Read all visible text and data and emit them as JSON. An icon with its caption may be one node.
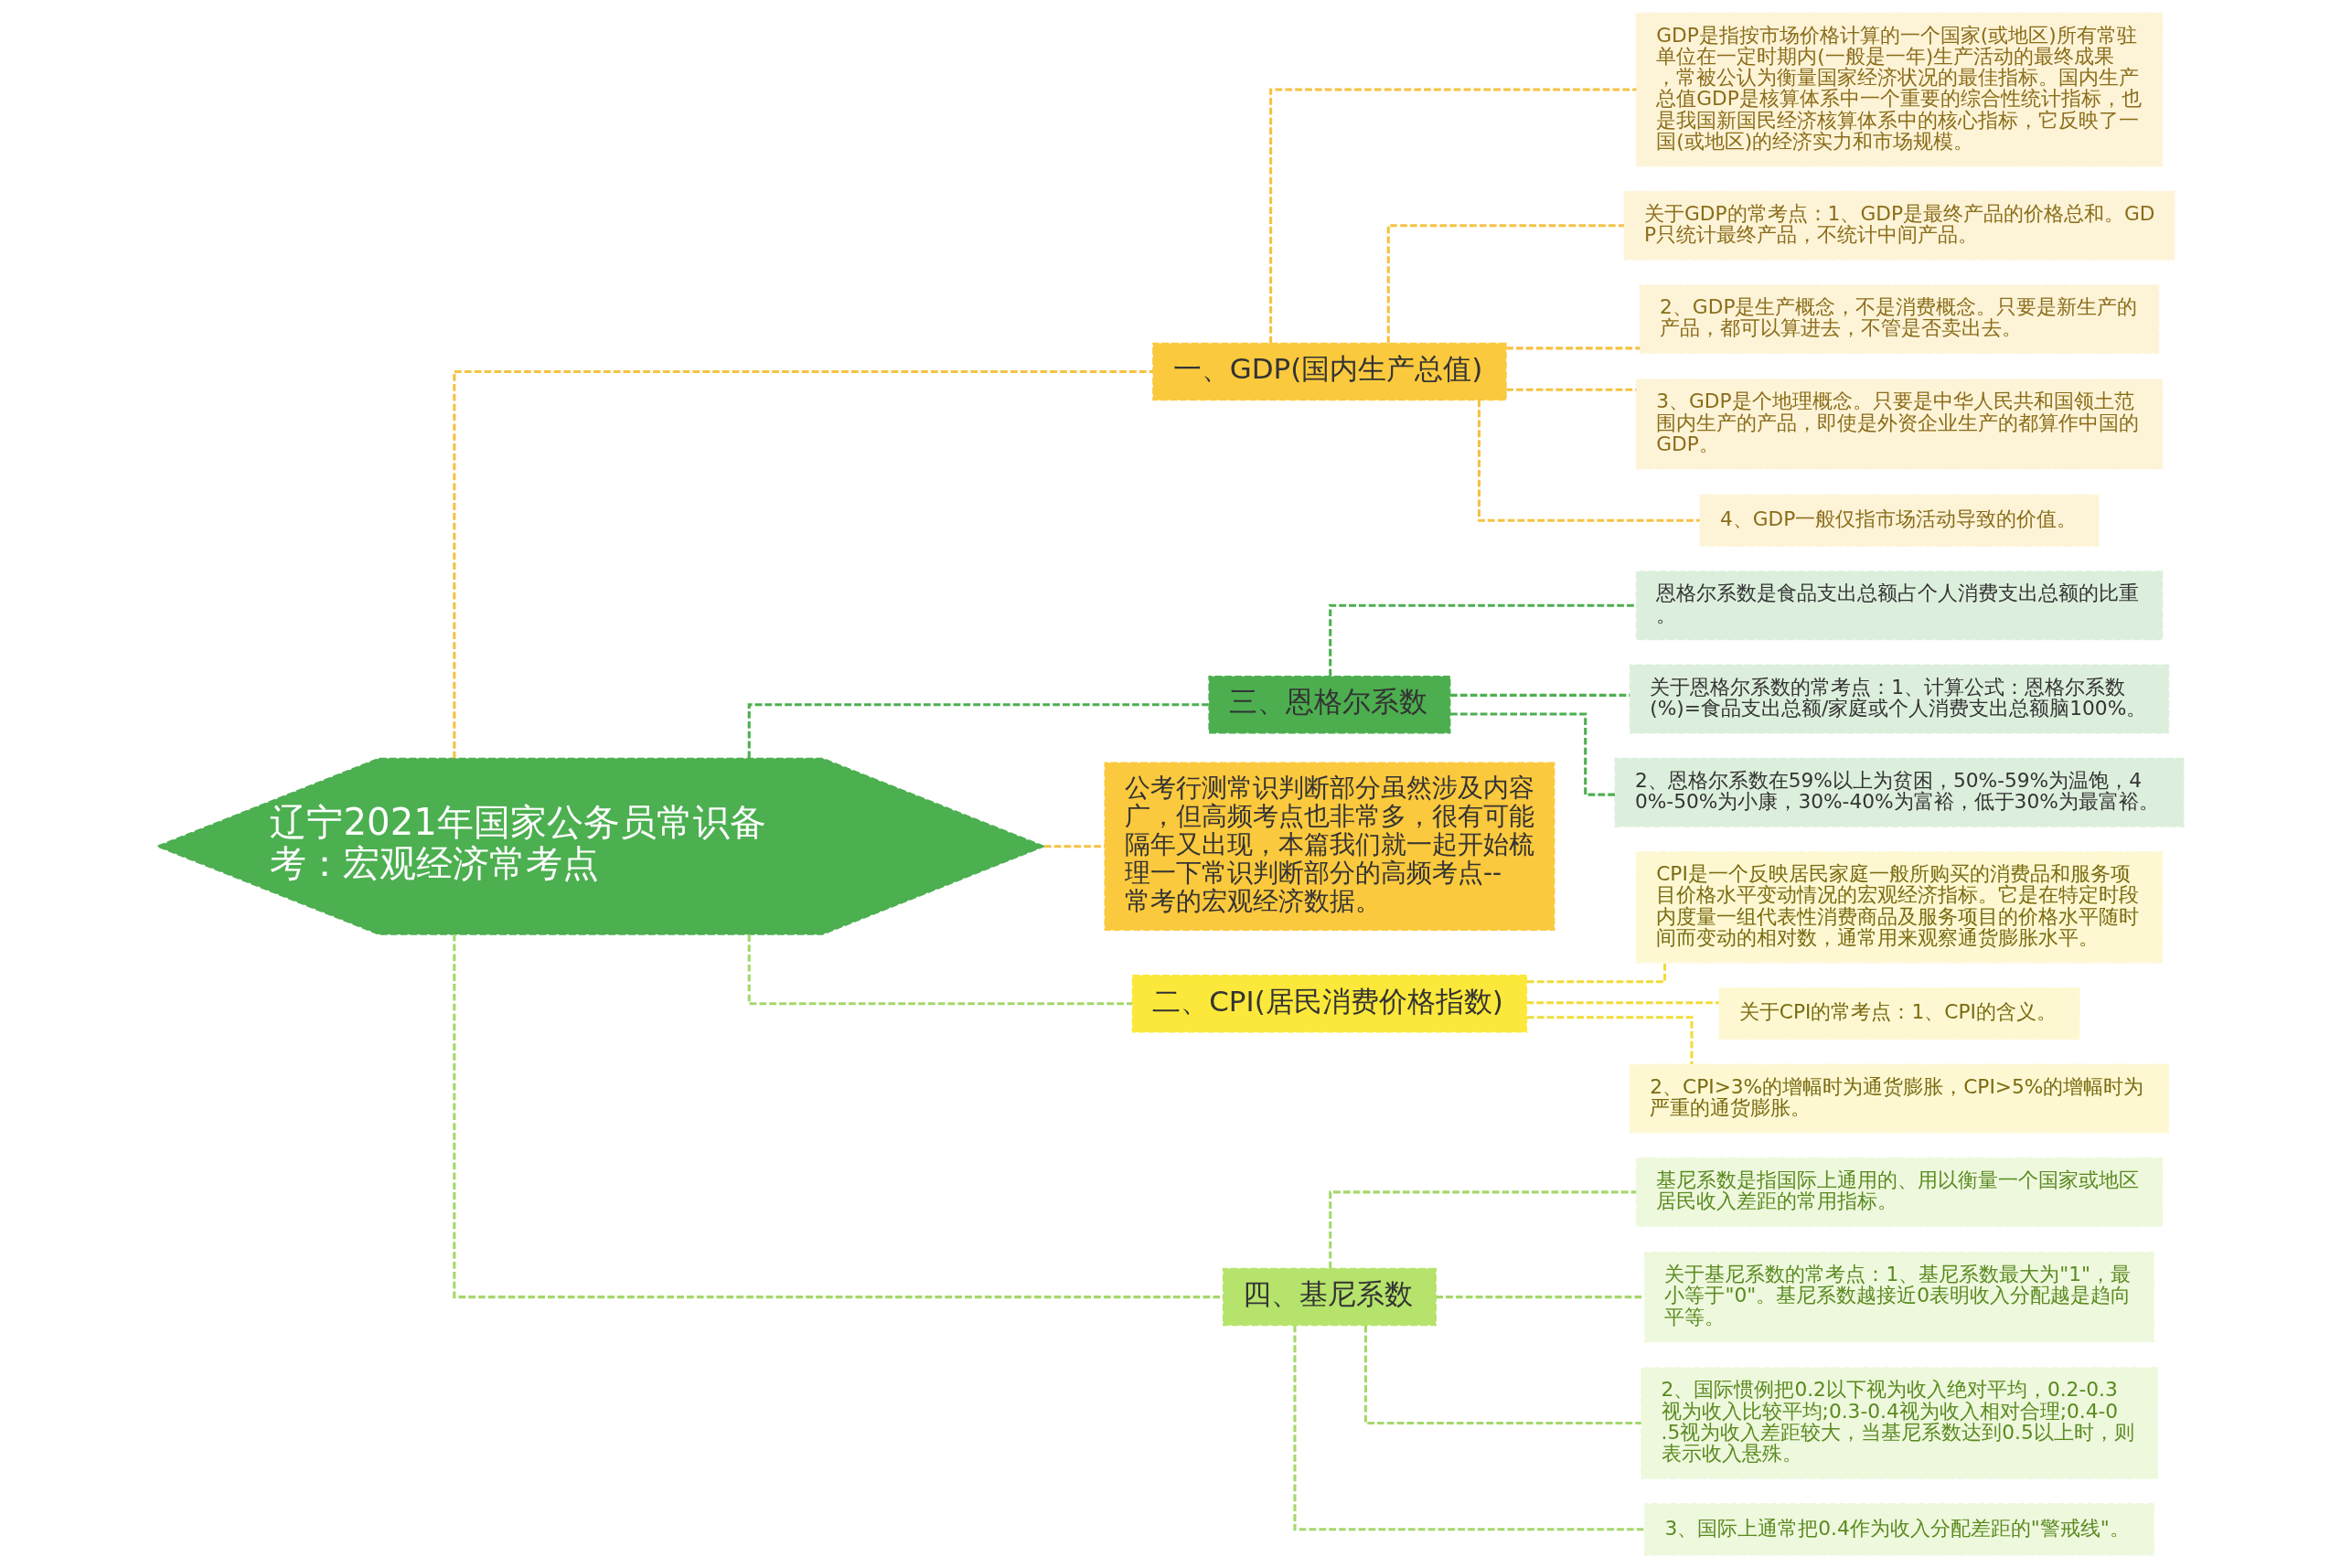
{
  "diagram": {
    "nodes": [
      {
        "text": [
          "辽宁2021年国家公务员常识备考：宏观经济常考点"
        ]
      },
      {
        "text": [
          "一、GDP(国内生产总值)"
        ]
      },
      {
        "text": [
          "GDP是指按市场价格计算的一个国家(或地区)所有常驻单位在一定时期内(一般是一年)生产活动的最终成果，常被公认为衡量国家经济状况的最佳指标。国内生产总值GDP是核算体系中一个重要的综合性统计指标，也是我国新国民经济核算体系中的核心指标，它反映了一国(或地区)的经济实力和市场规模。"
        ]
      },
      {
        "text": [
          "关于GDP的常考点：1、GDP是最终产品的价格总和。GDP只统计最终产品，不统计中间产品。"
        ]
      },
      {
        "text": [
          "2、GDP是生产概念，不是消费概念。只要是新生产的产品，都可以算进去，不管是否卖出去。"
        ]
      },
      {
        "text": [
          "3、GDP是个地理概念。只要是中华人民共和国领土范围内生产的产品，即使是外资企业生产的都算作中国的GDP。"
        ]
      },
      {
        "text": [
          "4、GDP一般仅指市场活动导致的价值。"
        ]
      },
      {
        "text": [
          "三、恩格尔系数"
        ]
      },
      {
        "text": [
          "恩格尔系数是食品支出总额占个人消费支出总额的比重。"
        ]
      },
      {
        "text": [
          "关于恩格尔系数的常考点：1、计算公式：恩格尔系数(%)=食品支出总额/家庭或个人消费支出总额脑100%。"
        ]
      },
      {
        "text": [
          "2、恩格尔系数在59%以上为贫困，50%-59%为温饱，40%-50%为小康，30%-40%为富裕，低于30%为最富裕。"
        ]
      },
      {
        "text": [
          "公考行测常识判断部分虽然涉及内容广，但高频考点也非常多，很有可能隔年又出现，本篇我们就一起开始梳理一下常识判断部分的高频考点--常考的宏观经济数据。"
        ]
      },
      {
        "text": [
          "二、CPI(居民消费价格指数)"
        ]
      },
      {
        "text": [
          "CPI是一个反映居民家庭一般所购买的消费品和服务项目价格水平变动情况的宏观经济指标。它是在特定时段内度量一组代表性消费商品及服务项目的价格水平随时间而变动的相对数，通常用来观察通货膨胀水平。"
        ]
      },
      {
        "text": [
          "关于CPI的常考点：1、CPI的含义。"
        ]
      },
      {
        "text": [
          "2、CPI>3%的增幅时为通货膨胀，CPI>5%的增幅时为严重的通货膨胀。"
        ]
      },
      {
        "text": [
          "四、基尼系数"
        ]
      },
      {
        "text": [
          "基尼系数是指国际上通用的、用以衡量一个国家或地区居民收入差距的常用指标。"
        ]
      },
      {
        "text": [
          "关于基尼系数的常考点：1、基尼系数最大为\"1\"，最小等于\"0\"。基尼系数越接近0表明收入分配越是趋向平等。"
        ]
      },
      {
        "text": [
          "2、国际惯例把0.2以下视为收入绝对平均，0.2-0.3视为收入比较平均;0.3-0.4视为收入相对合理;0.4-0.5视为收入差距较大，当基尼系数达到0.5以上时，则表示收入悬殊。"
        ]
      },
      {
        "text": [
          "3、国际上通常把0.4作为收入分配差距的\"警戒线\"。"
        ]
      }
    ],
    "edges": [
      {
        "from": 0,
        "to": 1,
        "arrow": "none",
        "style": "dashed",
        "color": "#f5c242"
      },
      {
        "from": 1,
        "to": 2,
        "arrow": "none",
        "style": "dashed",
        "color": "#f5c242"
      },
      {
        "from": 1,
        "to": 3,
        "arrow": "none",
        "style": "dashed",
        "color": "#f5c242"
      },
      {
        "from": 1,
        "to": 4,
        "arrow": "none",
        "style": "dashed",
        "color": "#f5c242"
      },
      {
        "from": 1,
        "to": 5,
        "arrow": "none",
        "style": "dashed",
        "color": "#f5c242"
      },
      {
        "from": 1,
        "to": 6,
        "arrow": "none",
        "style": "dashed",
        "color": "#f5c242"
      },
      {
        "from": 0,
        "to": 7,
        "arrow": "none",
        "style": "dashed",
        "color": "#4caf50"
      },
      {
        "from": 7,
        "to": 8,
        "arrow": "none",
        "style": "dashed",
        "color": "#4caf50"
      },
      {
        "from": 7,
        "to": 9,
        "arrow": "none",
        "style": "dashed",
        "color": "#4caf50"
      },
      {
        "from": 7,
        "to": 10,
        "arrow": "none",
        "style": "dashed",
        "color": "#4caf50"
      },
      {
        "from": 0,
        "to": 11,
        "arrow": "none",
        "style": "dashed",
        "color": "#f5c242"
      },
      {
        "from": 0,
        "to": 12,
        "arrow": "none",
        "style": "dashed",
        "color": "#a5d86b"
      },
      {
        "from": 12,
        "to": 13,
        "arrow": "none",
        "style": "dashed",
        "color": "#f0dc3a"
      },
      {
        "from": 12,
        "to": 14,
        "arrow": "none",
        "style": "dashed",
        "color": "#f0dc3a"
      },
      {
        "from": 12,
        "to": 15,
        "arrow": "none",
        "style": "dashed",
        "color": "#f0dc3a"
      },
      {
        "from": 0,
        "to": 16,
        "arrow": "none",
        "style": "dashed",
        "color": "#a5d86b"
      },
      {
        "from": 16,
        "to": 17,
        "arrow": "none",
        "style": "dashed",
        "color": "#a5d86b"
      },
      {
        "from": 16,
        "to": 18,
        "arrow": "none",
        "style": "dashed",
        "color": "#a5d86b"
      },
      {
        "from": 16,
        "to": 19,
        "arrow": "none",
        "style": "dashed",
        "color": "#a5d86b"
      },
      {
        "from": 16,
        "to": 20,
        "arrow": "none",
        "style": "dashed",
        "color": "#a5d86b"
      }
    ]
  }
}
